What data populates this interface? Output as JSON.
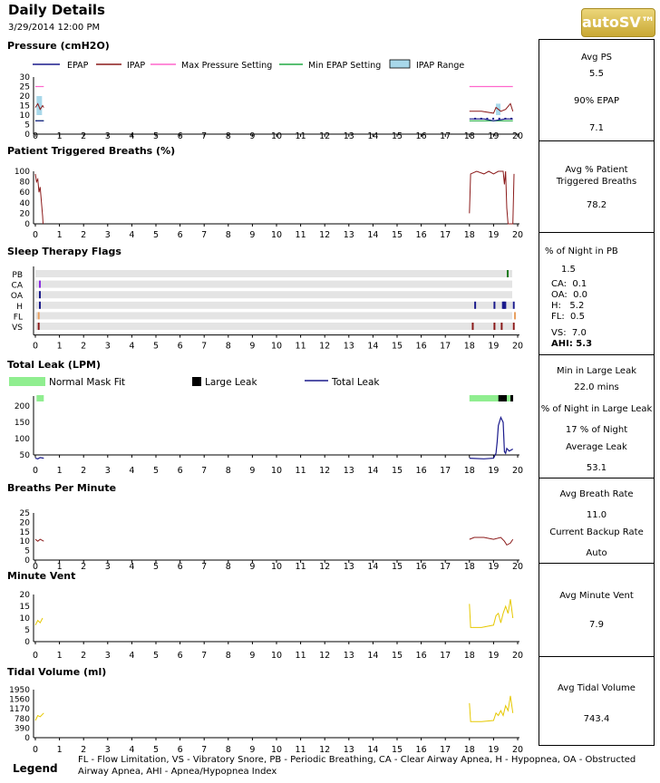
{
  "header": {
    "title": "Daily Details",
    "date": "3/29/2014 12:00 PM",
    "logo_text": "autoSV™"
  },
  "pressure": {
    "title": "Pressure (cmH2O)",
    "legend": [
      "EPAP",
      "IPAP",
      "Max Pressure Setting",
      "Min EPAP Setting",
      "IPAP Range"
    ],
    "y_ticks": [
      "30",
      "25",
      "20",
      "15",
      "10",
      "5",
      "0"
    ]
  },
  "ptb": {
    "title": "Patient Triggered Breaths (%)",
    "y_ticks": [
      "100",
      "80",
      "60",
      "40",
      "20",
      "0"
    ]
  },
  "flags": {
    "title": "Sleep Therapy Flags",
    "rows": [
      "PB",
      "CA",
      "OA",
      "H",
      "FL",
      "VS"
    ]
  },
  "leak": {
    "title": "Total Leak (LPM)",
    "legend": [
      "Normal Mask Fit",
      "Large Leak",
      "Total Leak"
    ],
    "y_ticks": [
      "200",
      "150",
      "100",
      "50"
    ]
  },
  "bpm": {
    "title": "Breaths Per Minute",
    "y_ticks": [
      "25",
      "20",
      "15",
      "10",
      "5",
      "0"
    ]
  },
  "mv": {
    "title": "Minute Vent",
    "y_ticks": [
      "20",
      "15",
      "10",
      "5",
      "0"
    ]
  },
  "tv": {
    "title": "Tidal Volume (ml)",
    "y_ticks": [
      "1950",
      "1560",
      "1170",
      "780",
      "390",
      "0"
    ]
  },
  "x_ticks": [
    "0",
    "1",
    "2",
    "3",
    "4",
    "5",
    "6",
    "7",
    "8",
    "9",
    "10",
    "11",
    "12",
    "13",
    "14",
    "15",
    "16",
    "17",
    "18",
    "19",
    "20"
  ],
  "stats": {
    "pressure": {
      "avg_ps_label": "Avg PS",
      "avg_ps": "5.5",
      "epap_label": "90% EPAP",
      "epap": "7.1"
    },
    "ptb": {
      "label": "Avg % Patient Triggered Breaths",
      "value": "78.2"
    },
    "flags": {
      "pb_label": "% of Night in PB",
      "pb_value": "1.5",
      "ca": "CA:  0.1",
      "oa": "OA:  0.0",
      "h": "H:   5.2",
      "fl": "FL:  0.5",
      "vs": "VS:  7.0",
      "ahi": "AHI: 5.3"
    },
    "leak": {
      "min_label": "Min in Large Leak",
      "min_value": "22.0 mins",
      "pct_label": "% of Night in Large Leak",
      "pct_value": "17 % of Night",
      "avg_label": "Average Leak",
      "avg_value": "53.1"
    },
    "bpm": {
      "avg_label": "Avg Breath Rate",
      "avg_value": "11.0",
      "backup_label": "Current Backup Rate",
      "backup_value": "Auto"
    },
    "mv": {
      "label": "Avg Minute Vent",
      "value": "7.9"
    },
    "tv": {
      "label": "Avg Tidal Volume",
      "value": "743.4"
    }
  },
  "footer": {
    "legend_title": "Legend",
    "legend_text": "FL - Flow Limitation, VS - Vibratory Snore, PB - Periodic Breathing, CA - Clear Airway Apnea, H - Hypopnea, OA - Obstructed Airway Apnea, AHI - Apnea/Hypopnea Index"
  },
  "colors": {
    "epap": "#1a1a8c",
    "ipap": "#8b1a1a",
    "max": "#ff66cc",
    "min": "#22aa44",
    "range": "#a8d8ea",
    "normal": "#90ee90",
    "large": "#000000",
    "yellow": "#e6c800"
  }
}
